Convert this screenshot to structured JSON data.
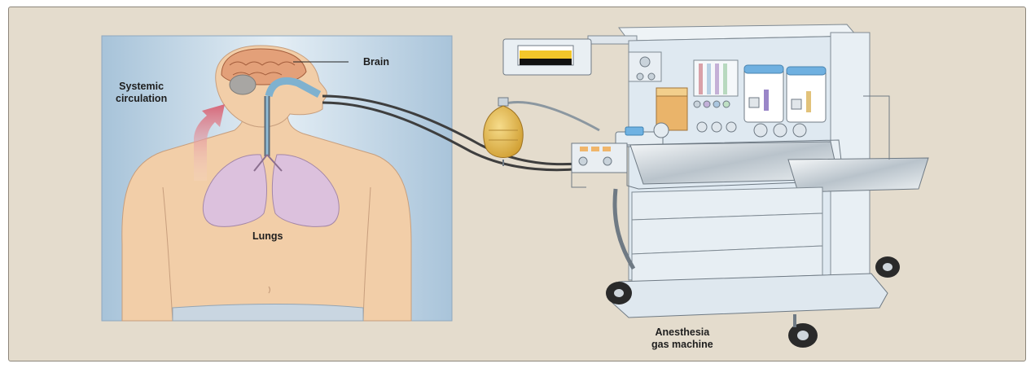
{
  "labels": {
    "brain": "Brain",
    "systemic_circulation": "Systemic\ncirculation",
    "lungs": "Lungs",
    "anesthesia_machine": "Anesthesia\ngas machine"
  },
  "colors": {
    "background": "#e4dccd",
    "panel": "#b9d1e2",
    "skin": "#f3cfa7",
    "lungs": "#ddc2de",
    "arrow": "#d97b8a",
    "machine": "#dfeaf2",
    "bag": "#e7c25c"
  },
  "icons": [
    "brain-icon",
    "lungs-icon",
    "torso-icon",
    "arrow-up-icon",
    "breathing-tube-icon",
    "anesthesia-machine-icon",
    "monitor-icon",
    "breathing-bag-icon",
    "vaporizer-icon",
    "wheel-icon"
  ]
}
